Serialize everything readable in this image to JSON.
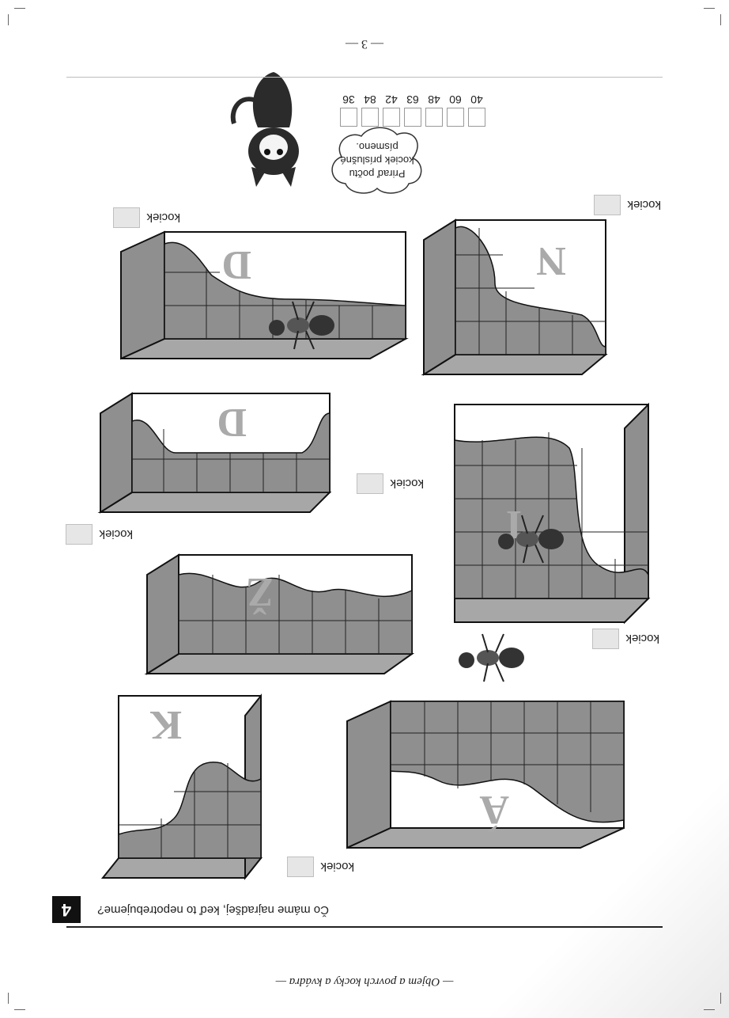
{
  "header": {
    "page_number": "3",
    "footer_title": "Objem a povrch kocky a kvádra"
  },
  "task": {
    "number": "4",
    "text": "Čo máme najradšej, keď to nepotrebujeme?"
  },
  "instruction": {
    "cloud_text_line1": "Priraď počtu",
    "cloud_text_line2": "kociek príslušné",
    "cloud_text_line3": "písmeno."
  },
  "numbers": [
    "40",
    "60",
    "48",
    "63",
    "42",
    "84",
    "36"
  ],
  "units": {
    "kociek": "kociek"
  },
  "blocks": [
    {
      "letter": "Á"
    },
    {
      "letter": "K"
    },
    {
      "letter": "I"
    },
    {
      "letter": "Ž"
    },
    {
      "letter": "D"
    },
    {
      "letter": "N"
    },
    {
      "letter": "D"
    }
  ]
}
